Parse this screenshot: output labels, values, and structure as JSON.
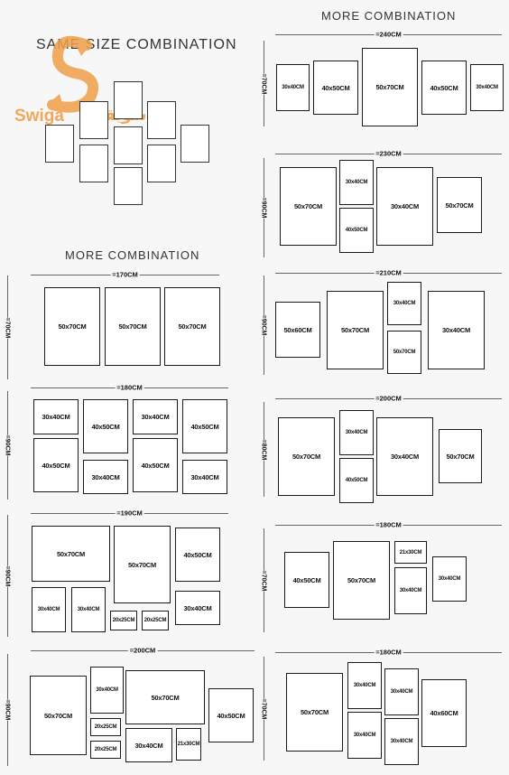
{
  "headers": {
    "same_size": "SAME SIZE COMBINATION",
    "more_left": "MORE COMBINATION",
    "more_right": "MORE COMBINATION"
  },
  "logo": {
    "text_latin": "Swiga",
    "text_arabic": "سويقة",
    "icon": "s-arrows-logo-icon",
    "color": "#f0a04b"
  },
  "layouts": [
    {
      "id": "L1",
      "width_label": "=170CM",
      "height_label": "=70CM",
      "frames": [
        "50x70CM",
        "50x70CM",
        "50x70CM"
      ]
    },
    {
      "id": "L2",
      "width_label": "=180CM",
      "height_label": "=90CM",
      "frames": [
        "30x40CM",
        "40x50CM",
        "30x40CM",
        "40x50CM",
        "40x50CM",
        "30x40CM",
        "40x50CM",
        "30x40CM"
      ]
    },
    {
      "id": "L3",
      "width_label": "=190CM",
      "height_label": "=90CM",
      "frames": [
        "50x70CM",
        "50x70CM",
        "40x50CM",
        "30x40CM",
        "30x40CM",
        "20x25CM",
        "20x25CM",
        "30x40CM"
      ]
    },
    {
      "id": "L4",
      "width_label": "=200CM",
      "height_label": "=90CM",
      "frames": [
        "50x70CM",
        "30x40CM",
        "50x70CM",
        "40x50CM",
        "20x25CM",
        "20x25CM",
        "30x40CM",
        "21x30CM"
      ]
    },
    {
      "id": "R1",
      "width_label": "=240CM",
      "height_label": "=70CM",
      "frames": [
        "30x40CM",
        "40x50CM",
        "50x70CM",
        "40x50CM",
        "30x40CM"
      ]
    },
    {
      "id": "R2",
      "width_label": "=230CM",
      "height_label": "=90CM",
      "frames": [
        "50x70CM",
        "30x40CM",
        "30x40CM",
        "50x70CM",
        "40x50CM"
      ]
    },
    {
      "id": "R3",
      "width_label": "=210CM",
      "height_label": "=90CM",
      "frames": [
        "50x60CM",
        "50x70CM",
        "30x40CM",
        "30x40CM",
        "50x70CM"
      ]
    },
    {
      "id": "R4",
      "width_label": "=200CM",
      "height_label": "=80CM",
      "frames": [
        "50x70CM",
        "30x40CM",
        "30x40CM",
        "50x70CM",
        "40x50CM"
      ]
    },
    {
      "id": "R5",
      "width_label": "=180CM",
      "height_label": "=70CM",
      "frames": [
        "40x50CM",
        "50x70CM",
        "21x30CM",
        "30x40CM",
        "30x40CM"
      ]
    },
    {
      "id": "R6",
      "width_label": "=180CM",
      "height_label": "=70CM",
      "frames": [
        "50x70CM",
        "30x40CM",
        "30x40CM",
        "30x40CM",
        "30x40CM",
        "40x60CM"
      ]
    }
  ]
}
